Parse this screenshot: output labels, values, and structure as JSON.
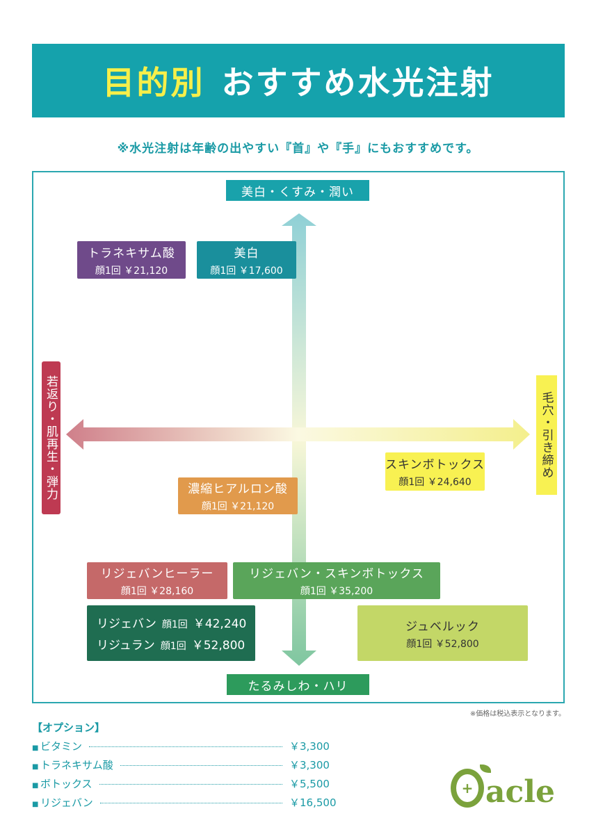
{
  "header": {
    "highlight": "目的別",
    "title": "おすすめ水光注射"
  },
  "note": "※水光注射は年齢の出やすい『首』や『手』にもおすすめです。",
  "axes": {
    "top": "美白・くすみ・潤い",
    "bottom": "たるみしわ・ハリ",
    "left": "若返り・肌再生・弾力",
    "right": "毛穴・引き締め"
  },
  "treatments": {
    "tranex": {
      "name": "トラネキサム酸",
      "price": "顔1回 ￥21,120",
      "color": "#6f4a8a"
    },
    "bihaku": {
      "name": "美白",
      "price": "顔1回 ￥17,600",
      "color": "#1a8f9c"
    },
    "skinbotox": {
      "name": "スキンボトックス",
      "price": "顔1回 ￥24,640",
      "color": "#f8f152"
    },
    "noushuku": {
      "name": "濃縮ヒアルロン酸",
      "price": "顔1回 ￥21,120",
      "color": "#e19a4c"
    },
    "healer": {
      "name": "リジェバンヒーラー",
      "price": "顔1回 ￥28,160",
      "color": "#c56969"
    },
    "rejuskin": {
      "name": "リジェバン・スキンボトックス",
      "price": "顔1回 ￥35,200",
      "color": "#5aa55a"
    },
    "reju": {
      "rows": [
        {
          "name": "リジェバン",
          "unit": "顔1回",
          "price": "￥42,240"
        },
        {
          "name": "リジュラン",
          "unit": "顔1回",
          "price": "￥52,800"
        }
      ],
      "color": "#1f6d51"
    },
    "juvelook": {
      "name": "ジュベルック",
      "price": "顔1回 ￥52,800",
      "color": "#c3d767"
    }
  },
  "tax_note": "※価格は税込表示となります。",
  "options": {
    "title": "【オプション】",
    "items": [
      {
        "name": "ビタミン",
        "price": "￥3,300"
      },
      {
        "name": "トラネキサム酸",
        "price": "￥3,300"
      },
      {
        "name": "ボトックス",
        "price": "￥5,500"
      },
      {
        "name": "リジェバン",
        "price": "￥16,500"
      }
    ]
  },
  "logo": {
    "plus": "+",
    "text": "acle"
  },
  "colors": {
    "accent": "#15a2ac",
    "highlight": "#f6ef4a"
  }
}
